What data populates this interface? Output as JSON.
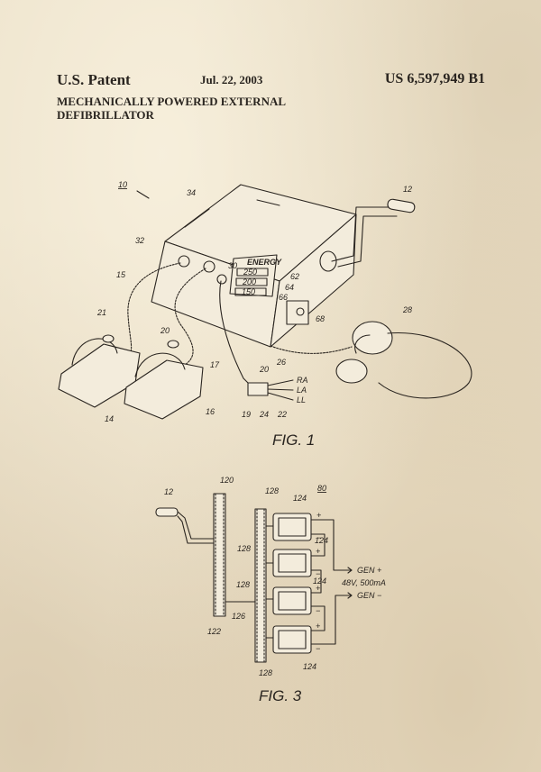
{
  "header": {
    "office": "U.S. Patent",
    "date": "Jul. 22, 2003",
    "patent_number": "US 6,597,949 B1",
    "title_line1": "MECHANICALLY POWERED EXTERNAL",
    "title_line2": "DEFIBRILLATOR"
  },
  "figure1": {
    "caption": "FIG. 1",
    "panel_title": "ENERGY",
    "settings": [
      "250",
      "200",
      "150"
    ],
    "leads": [
      "RA",
      "LA",
      "LL"
    ],
    "refs": {
      "r10": "10",
      "r12": "12",
      "r34": "34",
      "r32": "32",
      "r15": "15",
      "r21": "21",
      "r20a": "20",
      "r30": "30",
      "r62": "62",
      "r64": "64",
      "r66": "66",
      "r68": "68",
      "r28": "28",
      "r26": "26",
      "r20b": "20",
      "r17": "17",
      "r14": "14",
      "r16": "16",
      "r19": "19",
      "r24": "24",
      "r22": "22"
    }
  },
  "figure3": {
    "caption": "FIG. 3",
    "gen_plus": "GEN +",
    "gen_minus": "GEN −",
    "rating": "48V, 500mA",
    "plus": "+",
    "minus": "−",
    "refs": {
      "r12": "12",
      "r120": "120",
      "r128a": "128",
      "r124a": "124",
      "r80": "80",
      "r124b": "124",
      "r128b": "128",
      "r124c": "124",
      "r128c": "128",
      "r126": "126",
      "r122": "122",
      "r124d": "124",
      "r128d": "128"
    }
  }
}
